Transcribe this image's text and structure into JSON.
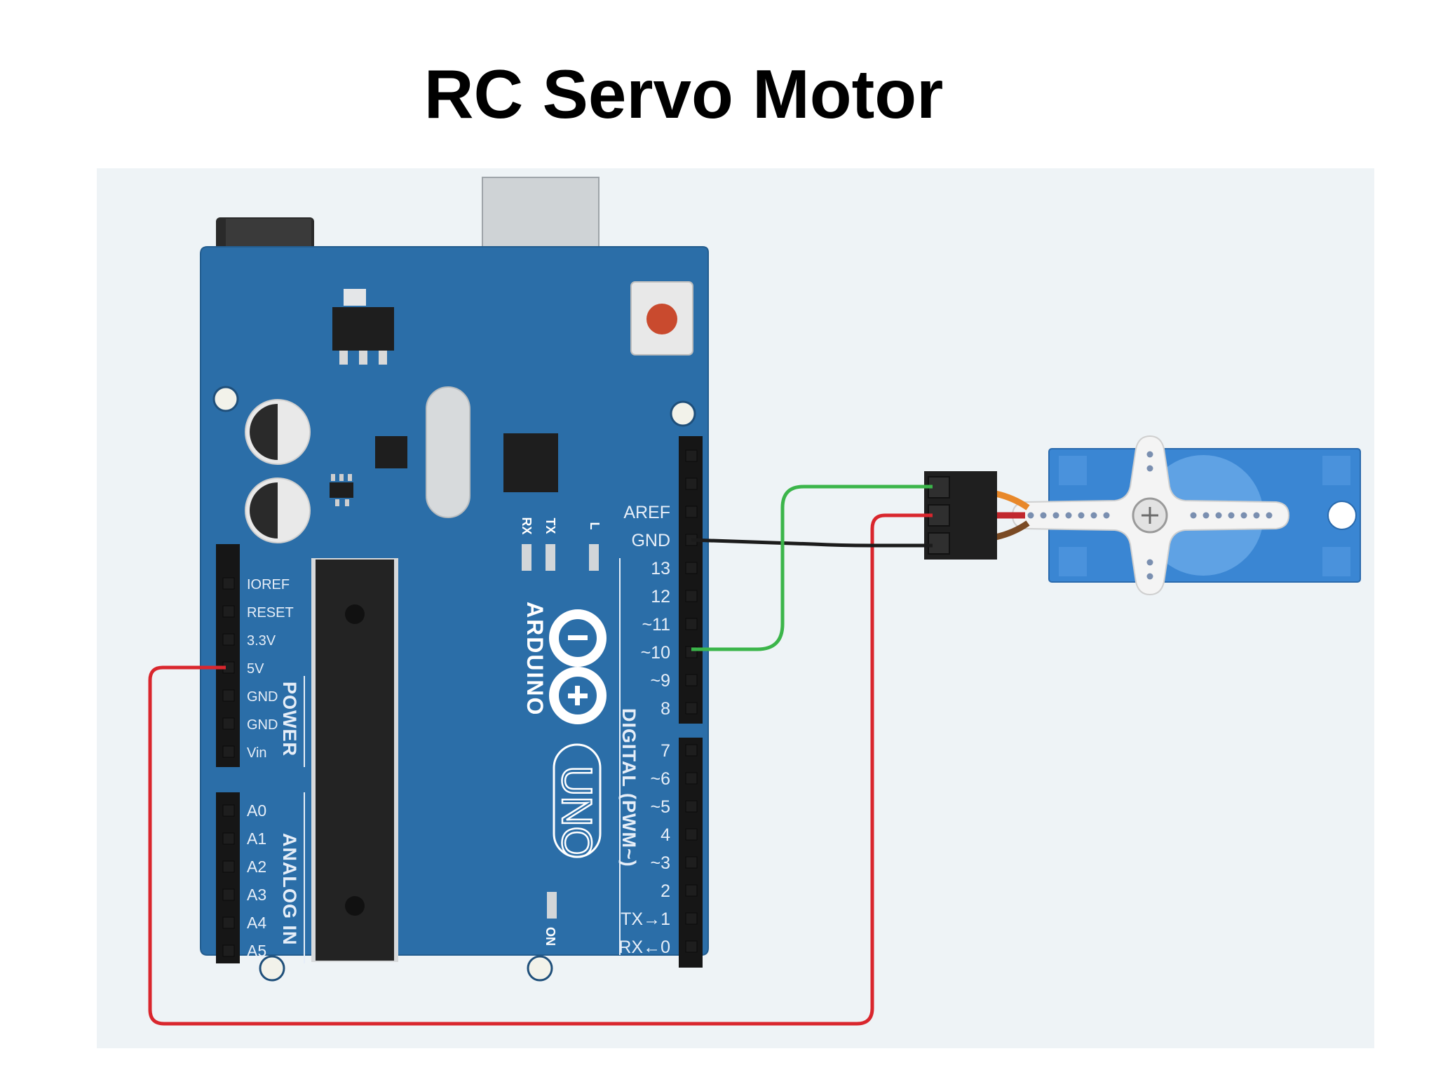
{
  "title": "RC Servo Motor",
  "arduino": {
    "brand": "ARDUINO",
    "model": "UNO",
    "power_pins": [
      "IOREF",
      "RESET",
      "3.3V",
      "5V",
      "GND",
      "GND",
      "Vin"
    ],
    "power_group": "POWER",
    "analog_pins": [
      "A0",
      "A1",
      "A2",
      "A3",
      "A4",
      "A5"
    ],
    "analog_group": "ANALOG IN",
    "digital_pins_upper": [
      "AREF",
      "GND",
      "13",
      "12",
      "~11",
      "~10",
      "~9",
      "8"
    ],
    "digital_pins_lower": [
      "7",
      "~6",
      "~5",
      "4",
      "~3",
      "2",
      "TX→1",
      "RX←0"
    ],
    "digital_group": "DIGITAL (PWM~)",
    "led_labels": {
      "rx": "RX",
      "tx": "TX",
      "l": "L"
    },
    "on_label": "ON"
  },
  "colors": {
    "board": "#2b6ea8",
    "background": "#eef3f6",
    "wire_power": "#d9262d",
    "wire_ground": "#1b1b1b",
    "wire_signal": "#3bb54a",
    "servo_body": "#3a86d3"
  },
  "connections": [
    {
      "from": "5V",
      "to": "servo power",
      "color": "red"
    },
    {
      "from": "GND",
      "to": "servo ground",
      "color": "black"
    },
    {
      "from": "~10",
      "to": "servo signal",
      "color": "green"
    }
  ]
}
